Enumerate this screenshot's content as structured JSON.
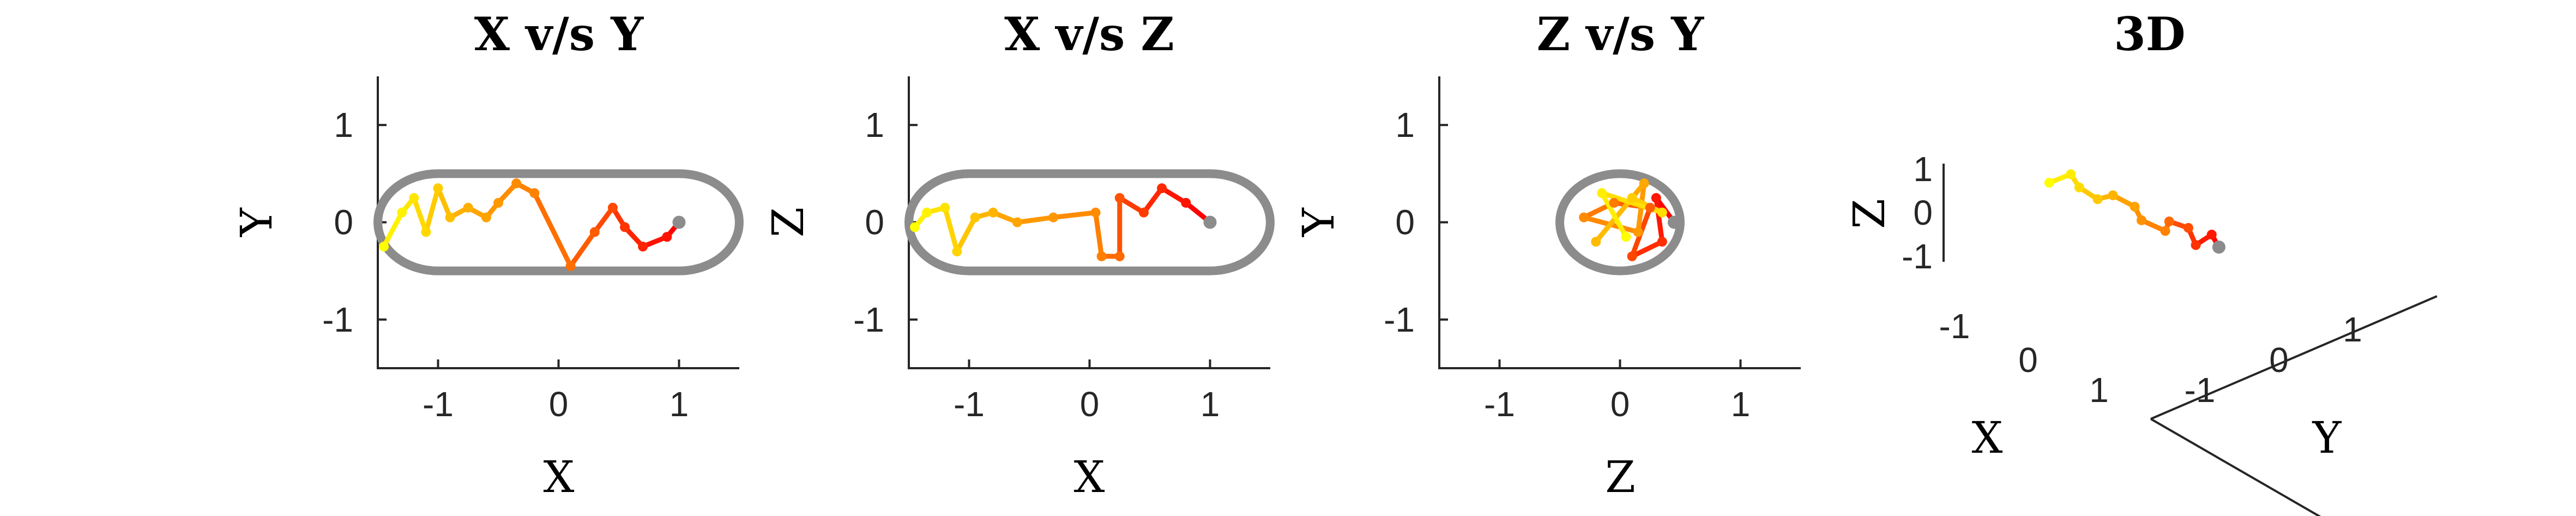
{
  "colors": {
    "capsule": "#8c8c8c",
    "axis": "#262626",
    "start_marker": "#8c8c8c",
    "gradient": [
      "#ffff00",
      "#ffd400",
      "#ffa500",
      "#ff7f00",
      "#ff3c00",
      "#ff0000"
    ]
  },
  "chart_data": [
    {
      "type": "line",
      "title": "X v/s Y",
      "xlabel": "X",
      "ylabel": "Y",
      "xlim": [
        -1.5,
        1.5
      ],
      "ylim": [
        -1.5,
        1.5
      ],
      "xticks": [
        "-1",
        "0",
        "1"
      ],
      "yticks": [
        "1",
        "0",
        "-1"
      ],
      "grid": false,
      "boundary": {
        "shape": "capsule",
        "x_extent": [
          -1.5,
          1.5
        ],
        "half_width": 0.5,
        "color": "#8c8c8c"
      },
      "series": [
        {
          "x": [
            1.0,
            0.9,
            0.7,
            0.55,
            0.45,
            0.3,
            0.1,
            -0.2,
            -0.35,
            -0.5,
            -0.6,
            -0.75,
            -0.9,
            -1.0,
            -1.1,
            -1.2,
            -1.3,
            -1.45
          ],
          "y": [
            0.0,
            -0.15,
            -0.25,
            -0.05,
            0.15,
            -0.1,
            -0.45,
            0.3,
            0.4,
            0.2,
            0.05,
            0.15,
            0.05,
            0.35,
            -0.1,
            0.25,
            0.1,
            -0.25
          ]
        }
      ]
    },
    {
      "type": "line",
      "title": "X v/s Z",
      "xlabel": "X",
      "ylabel": "Z",
      "xlim": [
        -1.5,
        1.5
      ],
      "ylim": [
        -1.5,
        1.5
      ],
      "xticks": [
        "-1",
        "0",
        "1"
      ],
      "yticks": [
        "1",
        "0",
        "-1"
      ],
      "grid": false,
      "boundary": {
        "shape": "capsule",
        "x_extent": [
          -1.5,
          1.5
        ],
        "half_width": 0.5,
        "color": "#8c8c8c"
      },
      "series": [
        {
          "x": [
            1.0,
            0.8,
            0.6,
            0.45,
            0.25,
            0.25,
            0.1,
            0.05,
            -0.3,
            -0.6,
            -0.8,
            -0.95,
            -1.1,
            -1.2,
            -1.35,
            -1.45
          ],
          "y": [
            0.0,
            0.2,
            0.35,
            0.1,
            0.25,
            -0.35,
            -0.35,
            0.1,
            0.05,
            0.0,
            0.1,
            0.05,
            -0.3,
            0.15,
            0.1,
            -0.05
          ]
        }
      ]
    },
    {
      "type": "line",
      "title": "Z v/s Y",
      "xlabel": "Z",
      "ylabel": "Y",
      "xlim": [
        -1.5,
        1.5
      ],
      "ylim": [
        -1.5,
        1.5
      ],
      "xticks": [
        "-1",
        "0",
        "1"
      ],
      "yticks": [
        "1",
        "0",
        "-1"
      ],
      "grid": false,
      "boundary": {
        "shape": "circle",
        "center": [
          0,
          0
        ],
        "radius": 0.5,
        "color": "#8c8c8c"
      },
      "series": [
        {
          "x": [
            0.45,
            0.3,
            0.35,
            0.1,
            0.25,
            -0.05,
            -0.3,
            0.15,
            0.2,
            -0.2,
            0.1,
            0.35,
            -0.15,
            0.05
          ],
          "y": [
            0.0,
            0.25,
            -0.2,
            -0.35,
            0.15,
            0.2,
            0.05,
            -0.1,
            0.4,
            -0.2,
            0.25,
            0.1,
            0.3,
            -0.15
          ]
        }
      ]
    },
    {
      "type": "line",
      "title": "3D",
      "xlabel": "X",
      "ylabel": "Y",
      "zlabel": "Z",
      "xticks": [
        "-1",
        "0",
        "1"
      ],
      "yticks": [
        "-1",
        "0",
        "1"
      ],
      "zticks": [
        "1",
        "0",
        "-1"
      ],
      "grid": false,
      "series": [
        {
          "x": [
            1.0,
            0.85,
            0.7,
            0.5,
            0.35,
            0.2,
            0.0,
            -0.3,
            -0.55,
            -0.8,
            -1.0,
            -1.2,
            -1.4
          ],
          "y": [
            0.0,
            0.15,
            -0.1,
            0.2,
            -0.2,
            0.1,
            -0.35,
            0.3,
            0.1,
            0.2,
            0.0,
            0.25,
            -0.1
          ],
          "z": [
            0.0,
            0.2,
            -0.15,
            0.1,
            0.3,
            -0.2,
            0.1,
            0.05,
            0.25,
            -0.1,
            0.15,
            0.3,
            0.0
          ]
        }
      ]
    }
  ]
}
